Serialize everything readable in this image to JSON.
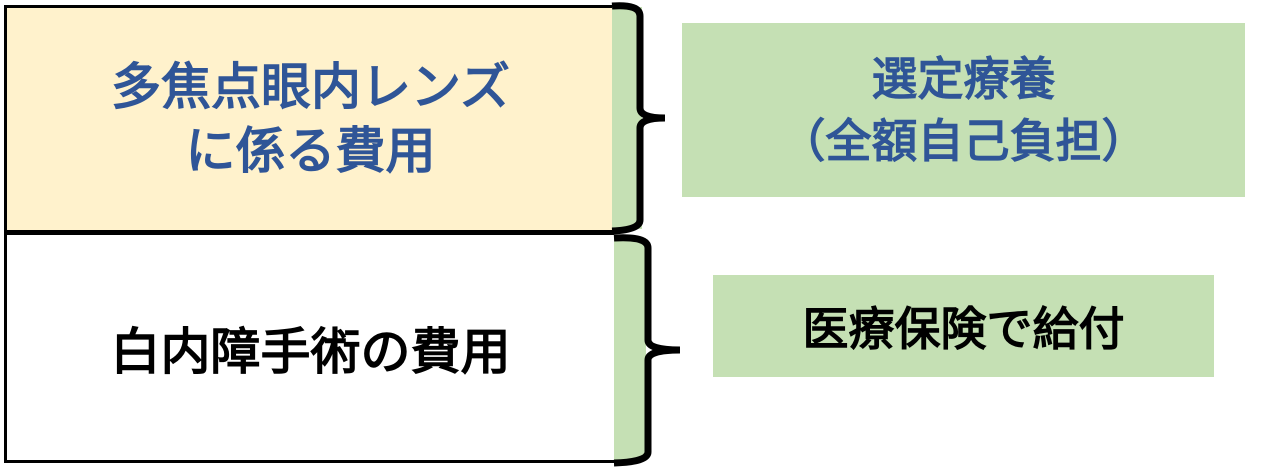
{
  "left_top": {
    "line1": "多焦点眼内レンズ",
    "line2": "に係る費用"
  },
  "left_bottom": {
    "text": "白内障手術の費用"
  },
  "right_top": {
    "line1": "選定療養",
    "line2": "（全額自己負担）"
  },
  "right_bottom": {
    "text": "医療保険で給付"
  },
  "colors": {
    "yellow": "#FFF2CC",
    "green": "#C5E0B4",
    "blue_text": "#2F5597"
  }
}
